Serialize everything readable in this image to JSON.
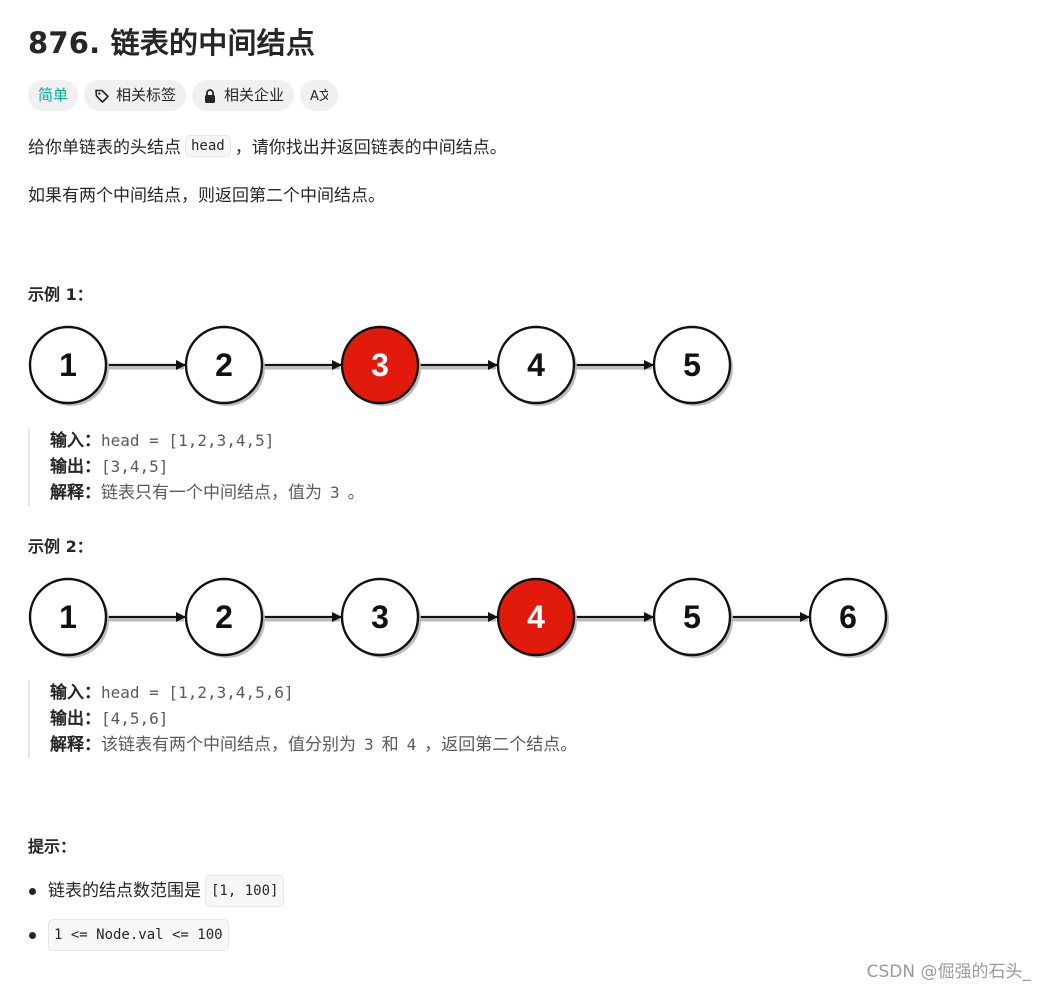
{
  "problem": {
    "title": "876. 链表的中间结点",
    "tags": {
      "difficulty": "简单",
      "related_topics": "相关标签",
      "companies": "相关企业",
      "translate_glyph": "A文"
    },
    "description": {
      "p1_before": "给你单链表的头结点",
      "p1_code": "head",
      "p1_after": "，请你找出并返回链表的中间结点。",
      "p2": "如果有两个中间结点，则返回第二个中间结点。"
    },
    "examples": [
      {
        "title": "示例 1：",
        "nodes": [
          "1",
          "2",
          "3",
          "4",
          "5"
        ],
        "highlight_index": 2,
        "input_label": "输入：",
        "input_value": "head = [1,2,3,4,5]",
        "output_label": "输出：",
        "output_value": "[3,4,5]",
        "explain_label": "解释：",
        "explain_text_1": "链表只有一个中间结点，值为",
        "explain_code_1": "3",
        "explain_text_2": "。"
      },
      {
        "title": "示例 2：",
        "nodes": [
          "1",
          "2",
          "3",
          "4",
          "5",
          "6"
        ],
        "highlight_index": 3,
        "input_label": "输入：",
        "input_value": "head = [1,2,3,4,5,6]",
        "output_label": "输出：",
        "output_value": "[4,5,6]",
        "explain_label": "解释：",
        "explain_text_1": "该链表有两个中间结点，值分别为",
        "explain_code_1": "3",
        "explain_text_mid": "和",
        "explain_code_2": "4",
        "explain_text_2": "，返回第二个结点。"
      }
    ],
    "hints": {
      "title": "提示：",
      "item1_text": "链表的结点数范围是",
      "item1_code": "[1, 100]",
      "item2_code": "1 <= Node.val <= 100"
    }
  },
  "watermark": "CSDN @倔强的石头_",
  "colors": {
    "highlight_node": "#e11a0c",
    "easy_tag": "#00af9b",
    "node_stroke": "#111111"
  }
}
